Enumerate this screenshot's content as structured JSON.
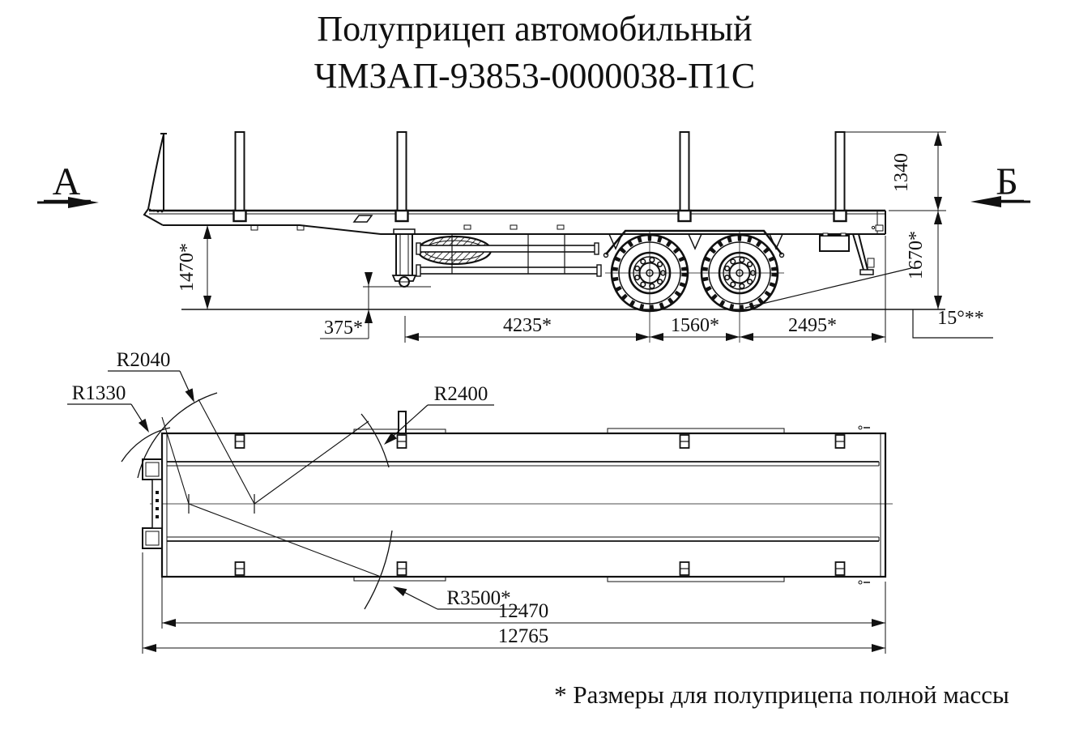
{
  "title": {
    "line1": "Полуприцеп автомобильный",
    "line2": "ЧМЗАП-93853-0000038-П1С"
  },
  "view_labels": {
    "a": "А",
    "b": "Б"
  },
  "dims": {
    "stake_height": "1340",
    "front_frame_height": "1470*",
    "rear_frame_height": "1670*",
    "support_clearance": "375*",
    "support_to_axle1": "4235*",
    "axle_base": "1560*",
    "axle2_to_rear": "2495*",
    "departure_angle": "15°**"
  },
  "radii": {
    "front_corner": "R1330",
    "front_swing": "R2040",
    "side_swing": "R2400",
    "rear_swing": "R3500*"
  },
  "lengths": {
    "platform": "12470",
    "overall": "12765"
  },
  "footnote": "* Размеры для полуприцепа полной массы"
}
